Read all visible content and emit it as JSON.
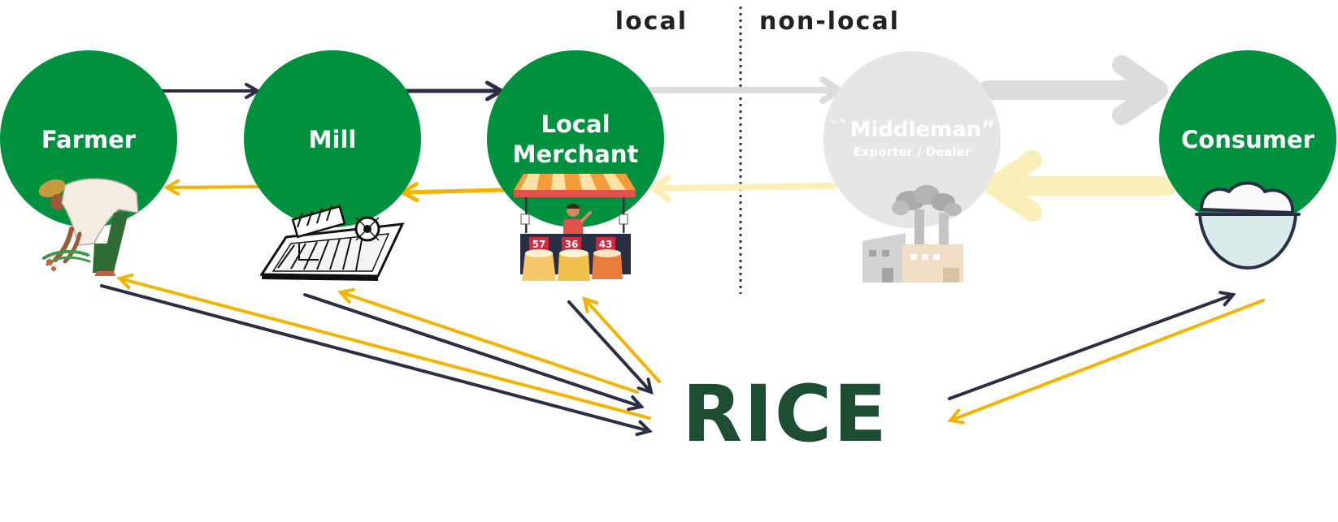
{
  "header": {
    "local_label": "local",
    "nonlocal_label": "non-local"
  },
  "nodes": {
    "farmer": {
      "label": "Farmer"
    },
    "mill": {
      "label": "Mill"
    },
    "merchant": {
      "line1": "Local",
      "line2": "Merchant"
    },
    "middleman": {
      "title": "``Middleman”",
      "subtitle": "Exporter / Dealer"
    },
    "consumer": {
      "label": "Consumer"
    }
  },
  "stall_prices": [
    "57",
    "36",
    "43"
  ],
  "center_label": "RICE",
  "colors": {
    "node_green": "#00913f",
    "rice_green": "#1d4d33",
    "money_arrow": "#f2b400",
    "goods_arrow": "#2b2f45",
    "faded_gray": "#dcdcdf",
    "faded_yellow": "#fbefb9"
  }
}
